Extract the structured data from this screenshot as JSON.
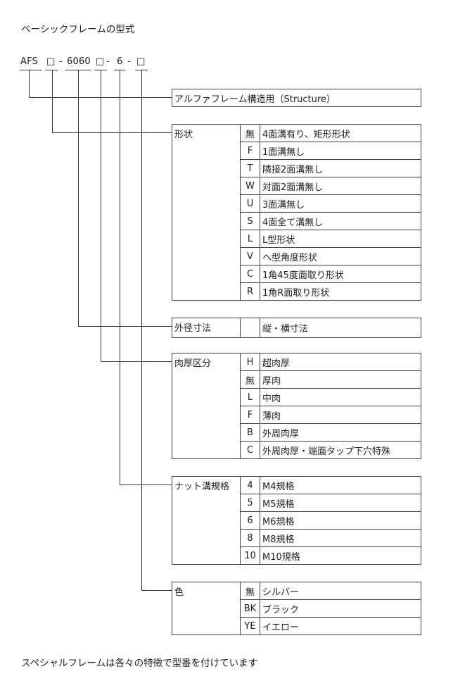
{
  "title": "ベーシックフレームの型式",
  "code": {
    "prefix": "AFS",
    "box": "□",
    "dash": "-",
    "size": "6060",
    "nut": "6"
  },
  "structure_row": "アルファフレーム構造用（Structure）",
  "shape": {
    "label": "形状",
    "rows": [
      {
        "code": "無",
        "desc": "4面溝有り、矩形形状"
      },
      {
        "code": "F",
        "desc": "1面溝無し"
      },
      {
        "code": "T",
        "desc": "隣接2面溝無し"
      },
      {
        "code": "W",
        "desc": "対面2面溝無し"
      },
      {
        "code": "U",
        "desc": "3面溝無し"
      },
      {
        "code": "S",
        "desc": "4面全て溝無し"
      },
      {
        "code": "L",
        "desc": "L型形状"
      },
      {
        "code": "V",
        "desc": "へ型角度形状"
      },
      {
        "code": "C",
        "desc": "1角45度面取り形状"
      },
      {
        "code": "R",
        "desc": "1角R面取り形状"
      }
    ]
  },
  "outer": {
    "label": "外径寸法",
    "rows": [
      {
        "code": "",
        "desc": "縦・横寸法"
      }
    ]
  },
  "thickness": {
    "label": "肉厚区分",
    "rows": [
      {
        "code": "H",
        "desc": "超肉厚"
      },
      {
        "code": "無",
        "desc": "厚肉"
      },
      {
        "code": "L",
        "desc": "中肉"
      },
      {
        "code": "F",
        "desc": "薄肉"
      },
      {
        "code": "B",
        "desc": "外周肉厚"
      },
      {
        "code": "C",
        "desc": "外周肉厚・端面タップ下穴特殊"
      }
    ]
  },
  "nut": {
    "label": "ナット溝規格",
    "rows": [
      {
        "code": "4",
        "desc": "M4規格"
      },
      {
        "code": "5",
        "desc": "M5規格"
      },
      {
        "code": "6",
        "desc": "M6規格"
      },
      {
        "code": "8",
        "desc": "M8規格"
      },
      {
        "code": "10",
        "desc": "M10規格"
      }
    ]
  },
  "color": {
    "label": "色",
    "rows": [
      {
        "code": "無",
        "desc": "シルバー"
      },
      {
        "code": "BK",
        "desc": "ブラック"
      },
      {
        "code": "YE",
        "desc": "イエロー"
      }
    ]
  },
  "footer": "スペシャルフレームは各々の特徴で型番を付けています"
}
